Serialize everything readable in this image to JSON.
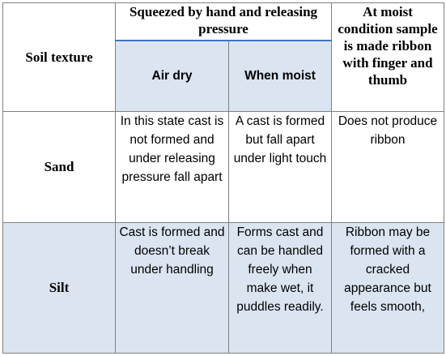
{
  "table": {
    "header": {
      "soil_texture": "Soil texture",
      "squeezed_group": "Squeezed by hand and releasing pressure",
      "ribbon": "At moist condition sample is made ribbon with finger and thumb",
      "air_dry": "Air dry",
      "when_moist": "When moist"
    },
    "rows": [
      {
        "texture": "Sand",
        "air_dry": "In this state cast is not formed and under releasing pressure fall apart",
        "when_moist": "A cast is formed but fall apart under light touch",
        "ribbon": "Does not produce ribbon"
      },
      {
        "texture": "Silt",
        "air_dry": "Cast is formed and doesn’t break under handling",
        "when_moist": "Forms cast and can be handled freely when make wet, it puddles readily.",
        "ribbon": "Ribbon may be formed with a cracked appearance but feels smooth,"
      }
    ]
  }
}
